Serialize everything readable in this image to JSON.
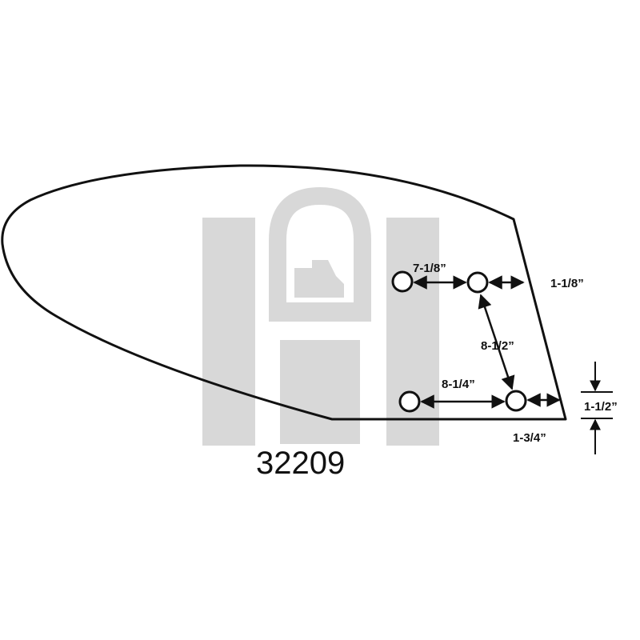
{
  "part_number": "32209",
  "dimensions": {
    "top_hole_spacing": "7-1/8”",
    "top_edge_offset": "1-1/8”",
    "vertical_hole_spacing": "8-1/2”",
    "bottom_hole_spacing": "8-1/4”",
    "bottom_edge_offset": "1-3/4”",
    "bottom_height": "1-1/2”"
  },
  "colors": {
    "line": "#111111",
    "watermark": "#d4d4d4"
  }
}
